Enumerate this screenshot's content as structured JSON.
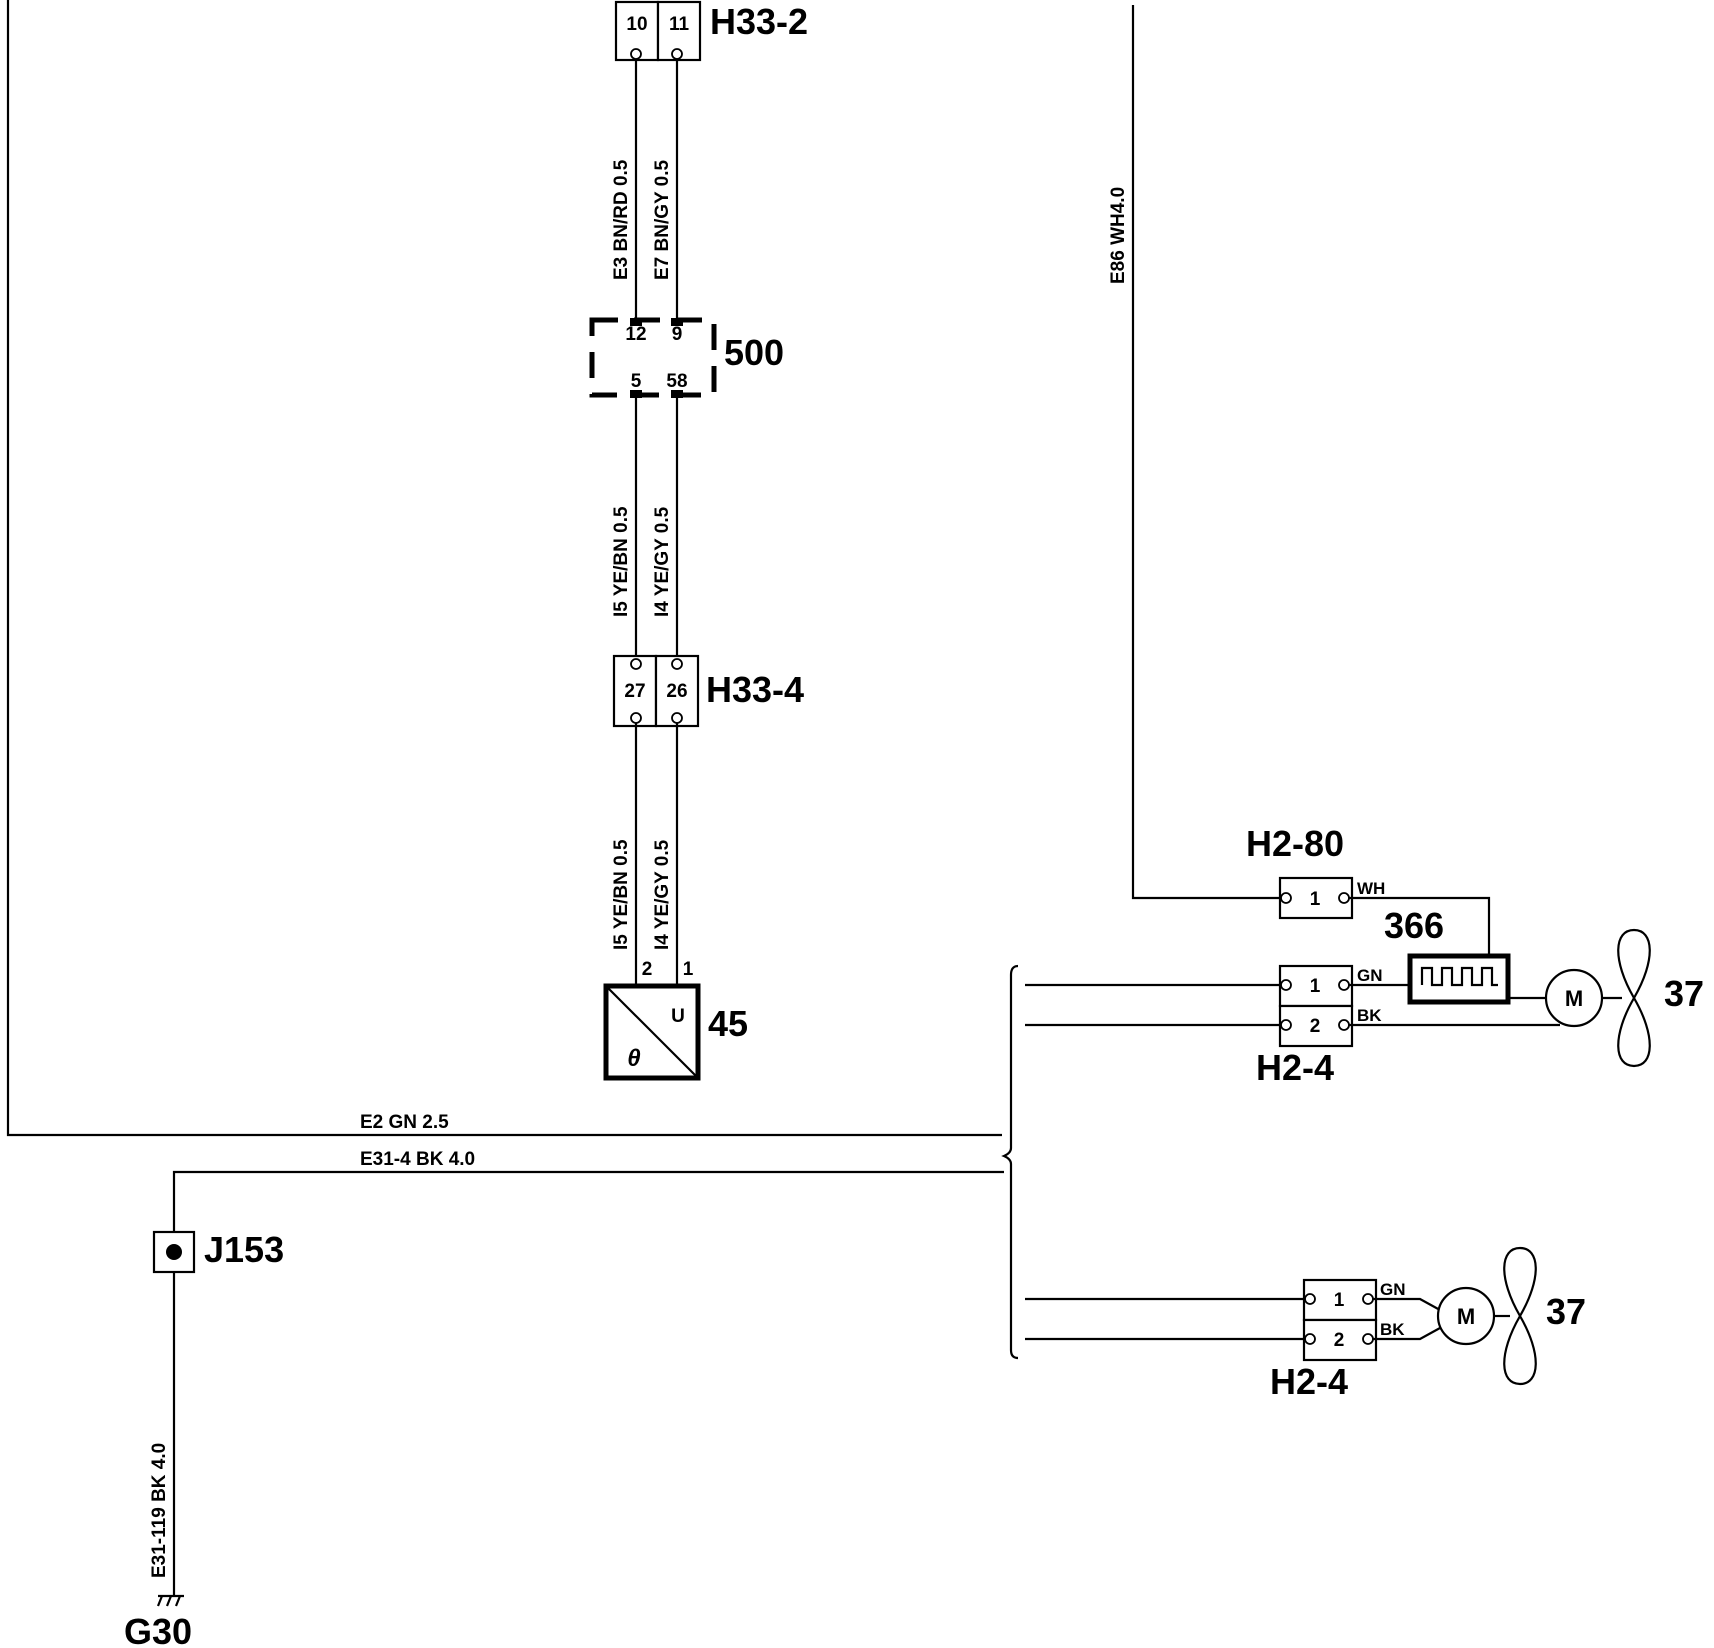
{
  "components": {
    "h33_2": "H33-2",
    "h33_4": "H33-4",
    "c500": "500",
    "c45": "45",
    "h2_80": "H2-80",
    "c366": "366",
    "h2_4_upper": "H2-4",
    "h2_4_lower": "H2-4",
    "fan_upper": "37",
    "fan_lower": "37",
    "j153": "J153",
    "g30": "G30"
  },
  "pins": {
    "h33_2_a": "10",
    "h33_2_b": "11",
    "c500_top_a": "12",
    "c500_top_b": "9",
    "c500_bot_a": "5",
    "c500_bot_b": "58",
    "h33_4_a": "27",
    "h33_4_b": "26",
    "c45_a": "2",
    "c45_b": "1",
    "h2_80": "1",
    "h2_4u_1": "1",
    "h2_4u_2": "2",
    "h2_4l_1": "1",
    "h2_4l_2": "2"
  },
  "wires": {
    "w1_a": "E3  BN/RD 0.5",
    "w1_b": "E7  BN/GY 0.5",
    "w2_a": "I5   YE/BN 0.5",
    "w2_b": "I4   YE/GY 0.5",
    "w3_a": "I5   YE/BN 0.5",
    "w3_b": "I4   YE/GY 0.5",
    "e86": "E86  WH4.0",
    "e2": "E2   GN 2.5",
    "e31_4": "E31-4   BK 4.0",
    "e31_119": "E31-119    BK 4.0",
    "wh": "WH",
    "gn_upper": "GN",
    "bk_upper": "BK",
    "gn_lower": "GN",
    "bk_lower": "BK"
  },
  "symbols": {
    "sensor_u": "U",
    "sensor_theta": "θ",
    "motor_upper": "M",
    "motor_lower": "M"
  }
}
